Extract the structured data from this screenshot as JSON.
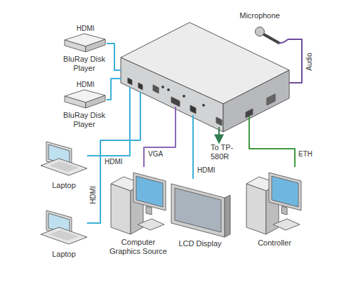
{
  "diagram": {
    "nodes": [
      {
        "text": [
          "BluRay Disk Player"
        ]
      },
      {
        "text": [
          "BluRay Disk Player"
        ]
      },
      {
        "text": []
      },
      {
        "text": [
          "Microphone"
        ]
      },
      {
        "text": [
          "Laptop"
        ]
      },
      {
        "text": [
          "To TP-580R"
        ]
      },
      {
        "text": [
          "Laptop"
        ]
      },
      {
        "text": [
          "Computer Graphics Source"
        ]
      },
      {
        "text": [
          "LCD Display"
        ]
      },
      {
        "text": [
          "Controller"
        ]
      }
    ],
    "edges": [
      {
        "from": 0,
        "to": 2,
        "label": "HDMI",
        "arrow": "none"
      },
      {
        "from": 1,
        "to": 2,
        "label": "HDMI",
        "arrow": "none"
      },
      {
        "from": 4,
        "to": 2,
        "label": "HDMI",
        "arrow": "none"
      },
      {
        "from": 6,
        "to": 2,
        "label": "HDMI",
        "arrow": "none"
      },
      {
        "from": 7,
        "to": 2,
        "label": "VGA",
        "arrow": "none"
      },
      {
        "from": 2,
        "to": 8,
        "label": "HDMI",
        "arrow": "none"
      },
      {
        "from": 2,
        "to": 5,
        "arrow": "to"
      },
      {
        "from": 9,
        "to": 2,
        "label": "ETH",
        "arrow": "none"
      },
      {
        "from": 3,
        "to": 2,
        "label": "Audio",
        "arrow": "none"
      }
    ]
  }
}
